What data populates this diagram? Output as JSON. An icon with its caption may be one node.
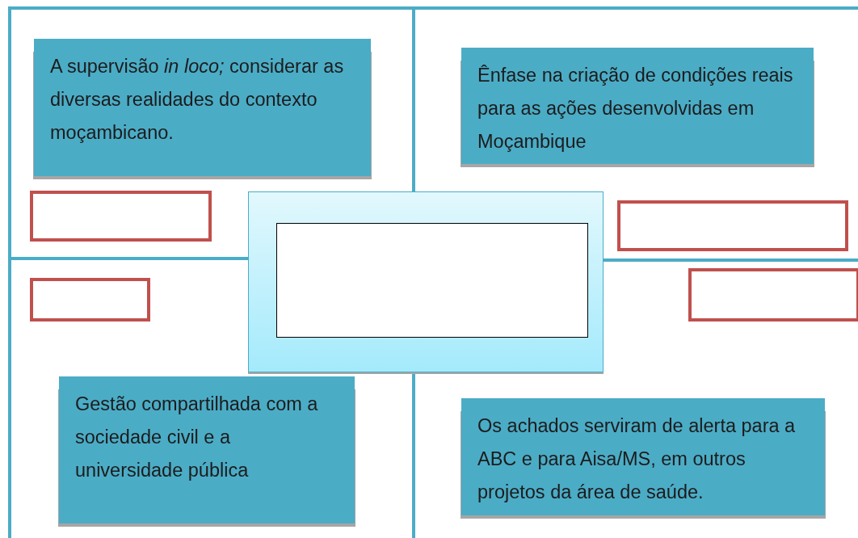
{
  "diagram": {
    "nodes": [
      {
        "text": [
          "A supervisão *in loco;* considerar as diversas realidades do contexto moçambicano."
        ]
      },
      {
        "text": [
          "Ênfase na criação de condições reais para as ações desenvolvidas em Moçambique"
        ]
      },
      {
        "text": [],
        "shape": "box"
      },
      {
        "text": [],
        "shape": "box"
      },
      {
        "text": [],
        "shape": "box",
        "in": 3
      },
      {
        "text": [],
        "shape": "box"
      },
      {
        "text": [],
        "shape": "box"
      },
      {
        "text": [],
        "shape": "box"
      },
      {
        "text": [
          "Gestão compartilhada com a sociedade civil e a universidade pública"
        ]
      },
      {
        "text": [
          "Os achados serviram de alerta para a ABC e para Aisa/MS, em outros projetos da área de saúde."
        ]
      }
    ]
  }
}
